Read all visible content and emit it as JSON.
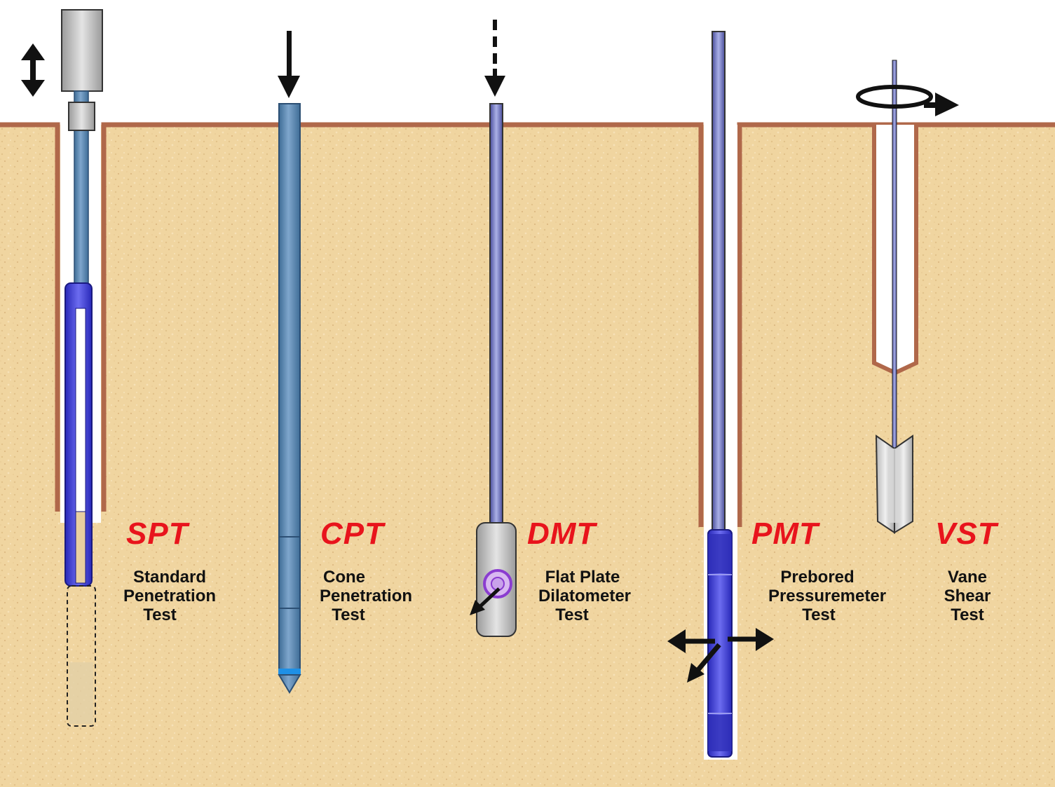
{
  "colors": {
    "soil": "#f0d5a0",
    "ground_line": "#b0684a",
    "rod_steel_blue": "#5a86b0",
    "rod_dark_blue": "#3a3ac8",
    "label_red": "#e8141c",
    "label_black": "#111111"
  },
  "tests": [
    {
      "abbr": "SPT",
      "lines": [
        "Standard",
        "Penetration",
        "Test"
      ]
    },
    {
      "abbr": "CPT",
      "lines": [
        "Cone",
        "Penetration",
        "Test"
      ]
    },
    {
      "abbr": "DMT",
      "lines": [
        "Flat Plate",
        "Dilatometer",
        "Test"
      ]
    },
    {
      "abbr": "PMT",
      "lines": [
        "Prebored",
        "Pressuremeter",
        "Test"
      ]
    },
    {
      "abbr": "VST",
      "lines": [
        "Vane",
        "Shear",
        "Test"
      ]
    }
  ],
  "icons": [
    "double-vertical-arrow-icon",
    "down-arrow-icon",
    "dashed-down-arrow-icon",
    "rotation-arrow-icon",
    "expansion-arrows-icon"
  ]
}
